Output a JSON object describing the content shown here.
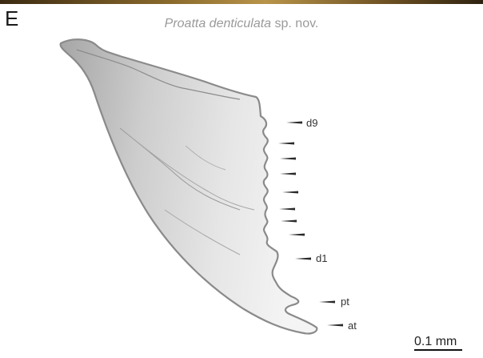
{
  "panel_letter": "E",
  "title": {
    "species": "Proatta denticulata",
    "suffix": "sp. nov."
  },
  "labels": {
    "d9": "d9",
    "d1": "d1",
    "pt": "pt",
    "at": "at"
  },
  "scale_bar": {
    "label": "0.1 mm"
  },
  "colors": {
    "outline": "#8a8a8a",
    "fill_dark": "#a9a9a9",
    "fill_light": "#f1f1f1",
    "label": "#333333"
  }
}
